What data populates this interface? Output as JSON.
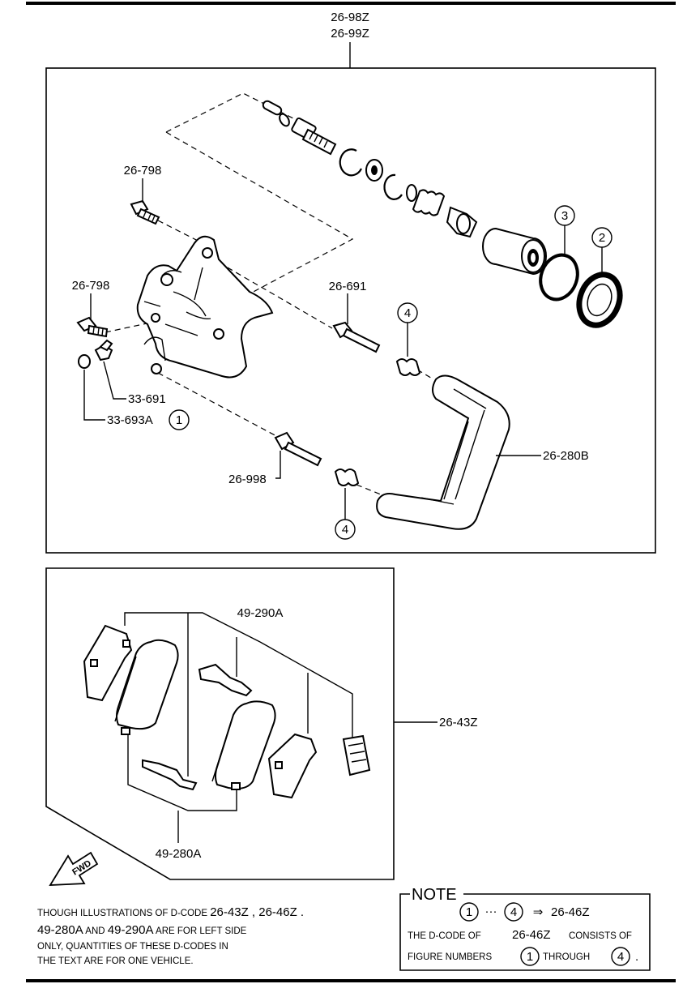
{
  "top_labels": [
    "26-98Z",
    "26-99Z"
  ],
  "caliper_labels": {
    "bolt_upper": "26-798",
    "bolt_lower": "26-798",
    "bleeder": "33-691",
    "cap": "33-693A",
    "pin_upper": "26-691",
    "pin_lower": "26-998",
    "bracket": "26-280B"
  },
  "circled": {
    "one": "1",
    "two": "2",
    "three": "3",
    "four_upper": "4",
    "four_lower": "4"
  },
  "pad_labels": {
    "shim_kit": "49-290A",
    "pad_kit": "26-43Z",
    "pads": "49-280A"
  },
  "fwd_label": "FWD",
  "disclaimer": {
    "line1_a": "THOUGH ILLUSTRATIONS OF D-CODE ",
    "line1_b": "26-43Z , 26-46Z .",
    "line2_a": "49-280A",
    "line2_b": " AND ",
    "line2_c": "49-290A",
    "line2_d": " ARE FOR LEFT SIDE",
    "line3": "ONLY, QUANTITIES OF THESE D-CODES IN",
    "line4": "THE TEXT ARE FOR ONE VEHICLE."
  },
  "note": {
    "title": "NOTE",
    "range_start": "1",
    "range_dots": "···",
    "range_end": "4",
    "arrow": "⇒",
    "result": "26-46Z",
    "line2_a": "THE D-CODE OF",
    "line2_b": "26-46Z",
    "line2_c": "CONSISTS OF",
    "line3_a": "FIGURE NUMBERS",
    "line3_b": "1",
    "line3_c": "THROUGH",
    "line3_d": "4",
    "line3_e": "."
  }
}
